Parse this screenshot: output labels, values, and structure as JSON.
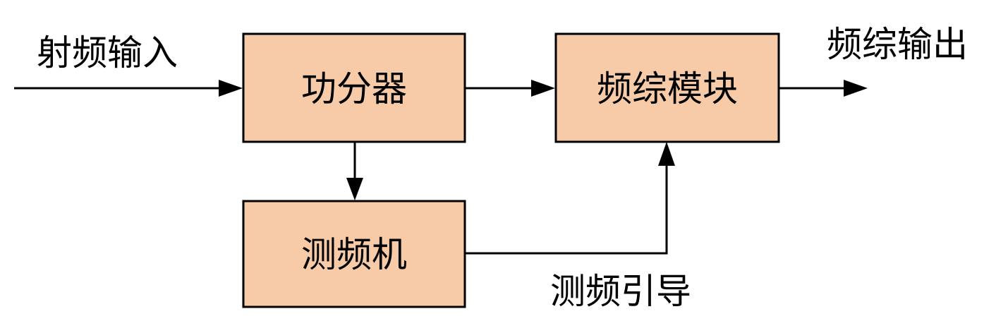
{
  "blocks": {
    "splitter": "功分器",
    "synth": "频综模块",
    "meter": "测频机"
  },
  "signals": {
    "rf_input": "射频输入",
    "synth_output": "频综输出",
    "freq_guide": "测频引导"
  },
  "colors": {
    "block_fill": "#F8CBA8",
    "line": "#000000"
  }
}
